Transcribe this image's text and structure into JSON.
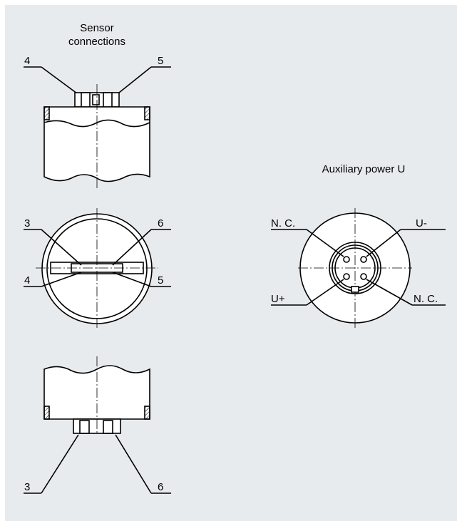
{
  "colors": {
    "background": "#e8ebed",
    "stroke": "#000000",
    "hatch": "#000000"
  },
  "left_drawing": {
    "title_line1": "Sensor",
    "title_line2": "connections",
    "top_view": {
      "label_left": "4",
      "label_right": "5"
    },
    "end_view": {
      "label_top_left": "3",
      "label_top_right": "6",
      "label_bottom_left": "4",
      "label_bottom_right": "5"
    },
    "bottom_view": {
      "label_left": "3",
      "label_right": "6"
    }
  },
  "right_drawing": {
    "title": "Auxiliary power U",
    "label_top_left": "N. C.",
    "label_top_right": "U-",
    "label_bottom_left": "U+",
    "label_bottom_right": "N. C."
  }
}
